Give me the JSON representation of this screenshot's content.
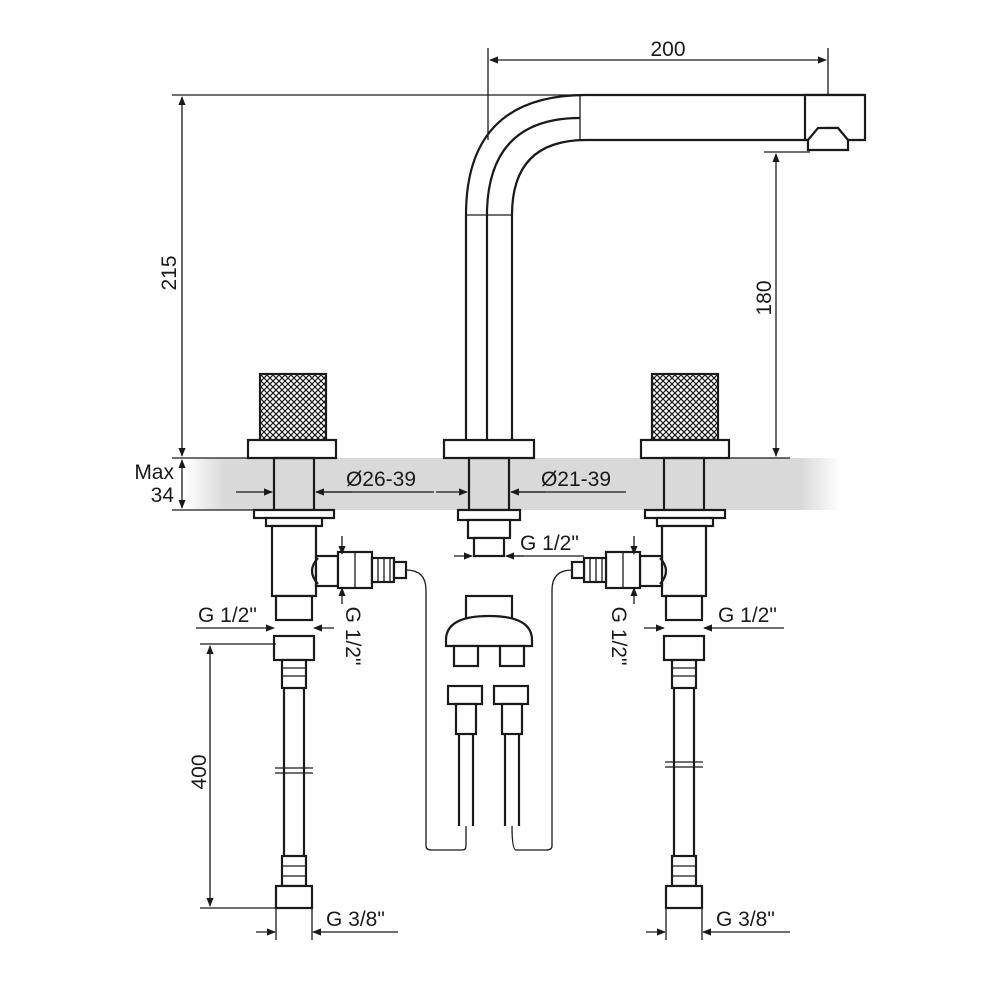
{
  "dimensions": {
    "spout_reach": "200",
    "total_height": "215",
    "spout_height": "180",
    "deck_max_label": "Max",
    "deck_max_value": "34",
    "hole_left": "Ø26-39",
    "hole_center": "Ø21-39",
    "center_thread": "G 1/2\"",
    "left_inlet_thread": "G 1/2\"",
    "left_side_thread": "G 1/2\"",
    "right_side_thread": "G 1/2\"",
    "right_inlet_thread": "G 1/2\"",
    "hose_length": "400",
    "left_hose_end": "G 3/8\"",
    "right_hose_end": "G 3/8\""
  },
  "colors": {
    "line": "#1a1a1a",
    "deck": "#d9d9d9",
    "background": "#ffffff"
  }
}
